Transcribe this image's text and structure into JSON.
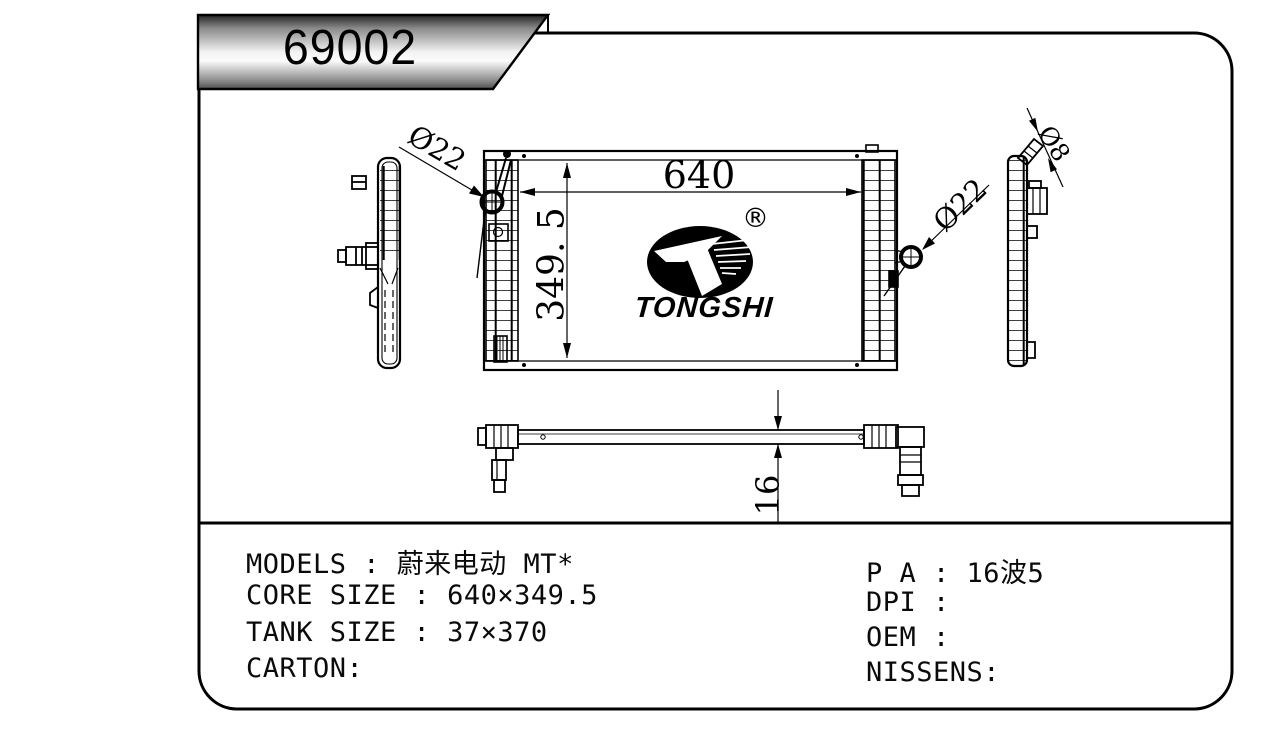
{
  "page": {
    "background": "#ffffff",
    "line_color": "#000000",
    "type_label": "radiator technical datasheet drawing"
  },
  "badge": {
    "part_number": "69002",
    "gradient_top": "#2e2e2e",
    "gradient_middle": "#f7f7f7",
    "gradient_bottom": "#565656"
  },
  "logo": {
    "brand": "TONGSHI",
    "registered_mark": "®",
    "color": "#000000"
  },
  "drawing": {
    "dimensions": {
      "width": "640",
      "height": "349. 5",
      "left_port": "Ø22",
      "right_port": "Ø22",
      "small_pipe": "Ø8",
      "thickness": "16"
    }
  },
  "specs": {
    "left_rows": [
      "MODELS : 蔚来电动 MT*",
      "CORE SIZE : 640×349.5",
      "TANK SIZE : 37×370",
      "CARTON:"
    ],
    "right_rows": [
      "P A : 16波5",
      "DPI : ",
      "OEM : ",
      "NISSENS:"
    ]
  }
}
